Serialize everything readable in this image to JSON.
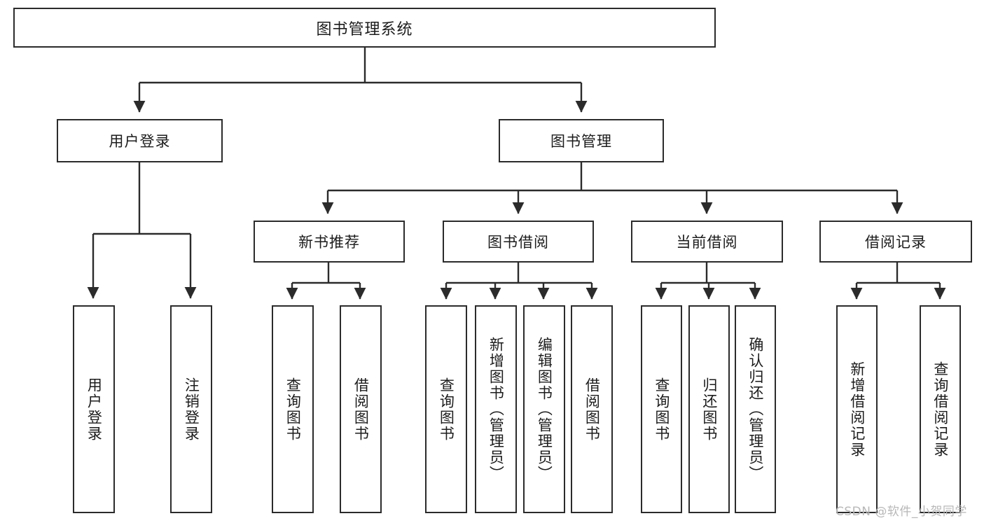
{
  "diagram": {
    "title": "图书管理系统",
    "type": "tree",
    "stroke_color": "#2b2b2b",
    "fill_color": "#ffffff",
    "text_color": "#1c1c1c"
  },
  "root": {
    "label": "图书管理系统"
  },
  "level2": [
    {
      "id": "user-login",
      "label": "用户登录"
    },
    {
      "id": "book-manage",
      "label": "图书管理"
    }
  ],
  "level3": [
    {
      "id": "new-book-recommend",
      "label": "新书推荐"
    },
    {
      "id": "book-borrow",
      "label": "图书借阅"
    },
    {
      "id": "current-borrow",
      "label": "当前借阅"
    },
    {
      "id": "borrow-record",
      "label": "借阅记录"
    }
  ],
  "leaves": {
    "user_login": [
      {
        "id": "leaf-user-login",
        "label": "用户登录"
      },
      {
        "id": "leaf-logout-login",
        "label": "注销登录"
      }
    ],
    "new_book_recommend": [
      {
        "id": "leaf-query-book-1",
        "label": "查询图书"
      },
      {
        "id": "leaf-borrow-book-1",
        "label": "借阅图书"
      }
    ],
    "book_borrow": [
      {
        "id": "leaf-query-book-2",
        "label": "查询图书"
      },
      {
        "id": "leaf-add-book",
        "label": "新增图书（管理员）"
      },
      {
        "id": "leaf-edit-book",
        "label": "编辑图书（管理员）"
      },
      {
        "id": "leaf-borrow-book-2",
        "label": "借阅图书"
      }
    ],
    "current_borrow": [
      {
        "id": "leaf-query-book-3",
        "label": "查询图书"
      },
      {
        "id": "leaf-return-book",
        "label": "归还图书"
      },
      {
        "id": "leaf-confirm-return",
        "label": "确认归还（管理员）"
      }
    ],
    "borrow_record": [
      {
        "id": "leaf-add-record",
        "label": "新增借阅记录"
      },
      {
        "id": "leaf-query-record",
        "label": "查询借阅记录"
      }
    ]
  },
  "watermark": {
    "text": "CSDN @软件_小贺同学"
  }
}
